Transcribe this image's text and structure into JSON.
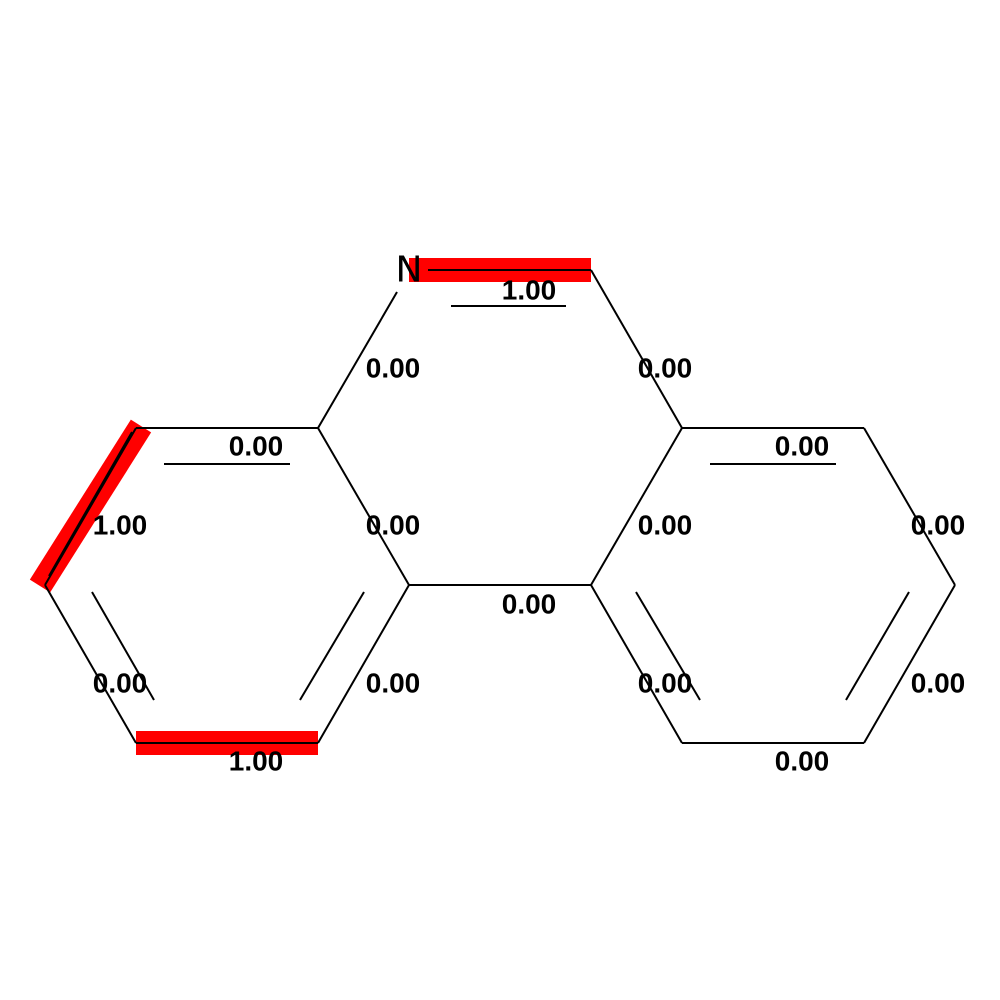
{
  "atoms": [
    {
      "id": "N1",
      "label": "N"
    }
  ],
  "bond_labels": [
    {
      "id": "b1",
      "text": "1.00",
      "highlighted": true
    },
    {
      "id": "b2",
      "text": "0.00",
      "highlighted": false
    },
    {
      "id": "b3",
      "text": "0.00",
      "highlighted": false
    },
    {
      "id": "b4",
      "text": "0.00",
      "highlighted": false
    },
    {
      "id": "b5",
      "text": "0.00",
      "highlighted": false
    },
    {
      "id": "b6",
      "text": "0.00",
      "highlighted": false
    },
    {
      "id": "b7",
      "text": "1.00",
      "highlighted": true
    },
    {
      "id": "b8",
      "text": "0.00",
      "highlighted": false
    },
    {
      "id": "b9",
      "text": "0.00",
      "highlighted": false
    },
    {
      "id": "b10",
      "text": "0.00",
      "highlighted": false
    },
    {
      "id": "b11",
      "text": "0.00",
      "highlighted": false
    },
    {
      "id": "b12",
      "text": "0.00",
      "highlighted": false
    },
    {
      "id": "b13",
      "text": "0.00",
      "highlighted": false
    },
    {
      "id": "b14",
      "text": "1.00",
      "highlighted": true
    },
    {
      "id": "b15",
      "text": "0.00",
      "highlighted": false
    },
    {
      "id": "b16",
      "text": "0.00",
      "highlighted": false
    }
  ],
  "colors": {
    "bond": "#000000",
    "highlight": "#ff0000",
    "background": "#ffffff"
  }
}
